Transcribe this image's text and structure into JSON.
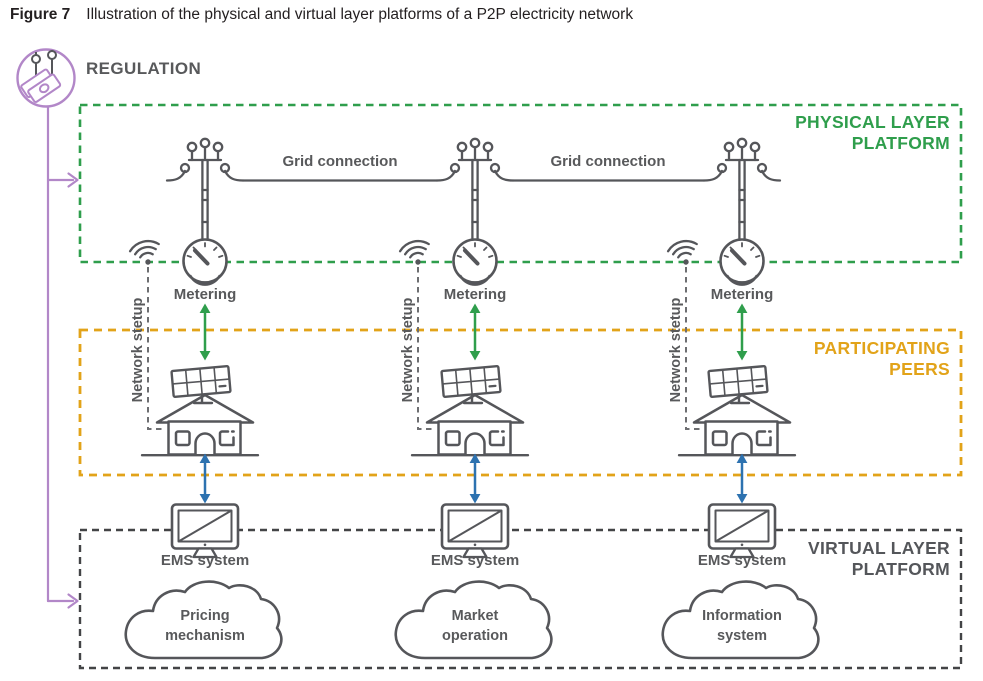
{
  "title": {
    "figure_label": "Figure 7",
    "caption": "Illustration of the physical and virtual layer platforms of a P2P electricity network"
  },
  "regulation": {
    "label": "REGULATION"
  },
  "layers": {
    "physical": {
      "label": "PHYSICAL LAYER\nPLATFORM",
      "color": "#2f9e4c"
    },
    "peers": {
      "label": "PARTICIPATING\nPEERS",
      "color": "#e2a319"
    },
    "virtual": {
      "label": "VIRTUAL LAYER\nPLATFORM",
      "color": "#434446"
    }
  },
  "labels": {
    "grid_connection": "Grid connection",
    "metering": "Metering",
    "network_setup": "Network stetup",
    "ems": "EMS system"
  },
  "clouds": [
    {
      "label": "Pricing\nmechanism"
    },
    {
      "label": "Market\noperation"
    },
    {
      "label": "Information\nsystem"
    }
  ],
  "icons": [
    "regulation-icon",
    "utility-pole-icon",
    "grid-wire",
    "wifi-icon",
    "meter-gauge-icon",
    "metering-arrow",
    "solar-house-icon",
    "ems-arrow",
    "monitor-icon",
    "cloud-icon"
  ],
  "colors": {
    "physical_green": "#2f9e4c",
    "peers_yellow": "#e2a319",
    "virtual_gray": "#434446",
    "regulation_purple": "#b287c8",
    "metering_arrow_green": "#2f9e4c",
    "ems_arrow_blue": "#2d72b0",
    "icon_stroke_gray": "#55565a",
    "network_dash_gray": "#6d6e71",
    "text_gray": "#58595b",
    "title_black": "#231f20"
  }
}
